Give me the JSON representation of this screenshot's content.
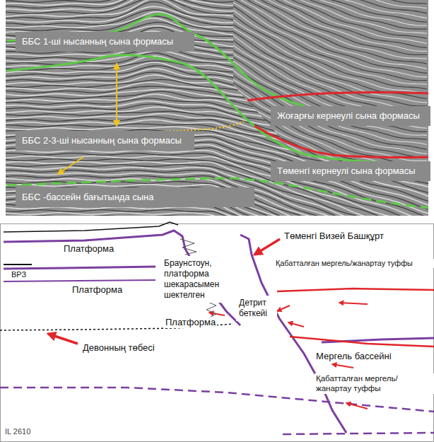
{
  "diagram": {
    "nodes": [
      {
        "text": [
          "ББС 1-ші нысанның сына формасы"
        ]
      },
      {
        "text": [
          "Жоғарғы кернеулі сына формасы"
        ]
      },
      {
        "text": [
          "ББС 2-3-ші нысанның сына формасы"
        ]
      },
      {
        "text": [
          "Төменгі кернеулі сына формасы"
        ]
      },
      {
        "text": [
          "ББС -бассейн бағытында сына"
        ]
      },
      {
        "text": [
          "Браунстоун, платформа шекарасымен шектелген"
        ]
      },
      {
        "text": [
          "Детрит беткейі"
        ]
      }
    ],
    "labels": [
      "Төменгі Визей Башқұрт",
      "Платформа",
      "Қабатталған мергель/жанартау туффы",
      "ВРЗ",
      "Платформа",
      "Платформа",
      "Девонның төбесі",
      "Мергель бассейні",
      "Қабатталған мергель/жанартау туффы",
      "IL 2610"
    ]
  }
}
